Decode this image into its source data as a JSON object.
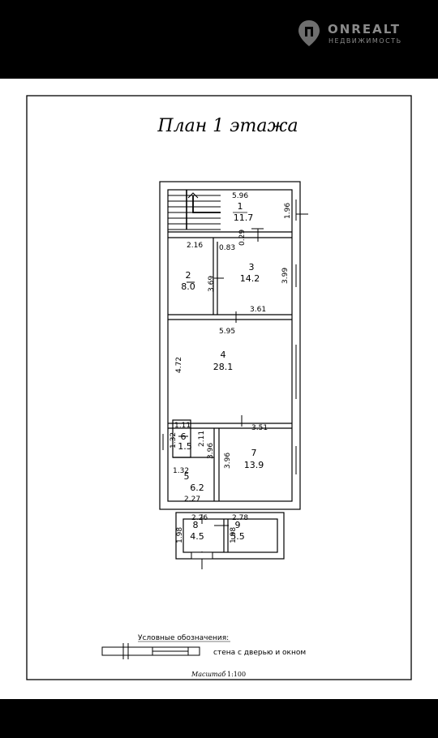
{
  "brand": {
    "name": "ONREALT",
    "tagline": "НЕДВИЖИМОСТЬ"
  },
  "plan": {
    "title": "План 1 этажа",
    "legend_title": "Условные обозначения:",
    "legend_text": "стена с дверью и окном",
    "scale_label": "Масштаб",
    "scale_value": "1:100"
  },
  "rooms": [
    {
      "number": "1",
      "area": "11.7"
    },
    {
      "number": "2",
      "area": "8.0"
    },
    {
      "number": "3",
      "area": "14.2"
    },
    {
      "number": "4",
      "area": "28.1"
    },
    {
      "number": "5",
      "area": "6.2"
    },
    {
      "number": "6",
      "area": "1.5"
    },
    {
      "number": "7",
      "area": "13.9"
    },
    {
      "number": "8",
      "area": "4.5"
    },
    {
      "number": "9",
      "area": "5.5"
    }
  ],
  "dimensions": {
    "d1_width": "5.96",
    "d1_height": "1.96",
    "d_stair_gap": "0.83",
    "d_step": "0.29",
    "d2_width": "2.16",
    "d2_height": "3.69",
    "d3_height": "3.99",
    "d3_width": "3.61",
    "d4_width": "5.95",
    "d4_height": "4.72",
    "d6_width": "1.11",
    "d6_height": "1.32",
    "d5_inner": "2.11",
    "d5_height": "3.96",
    "d7_height": "3.96",
    "d7_width": "3.51",
    "d5_width": "1.32",
    "d5_bottom": "2.27",
    "d8_width": "2.26",
    "d8_height": "1.98",
    "d9_width": "2.78",
    "d9_height": "1.98"
  }
}
